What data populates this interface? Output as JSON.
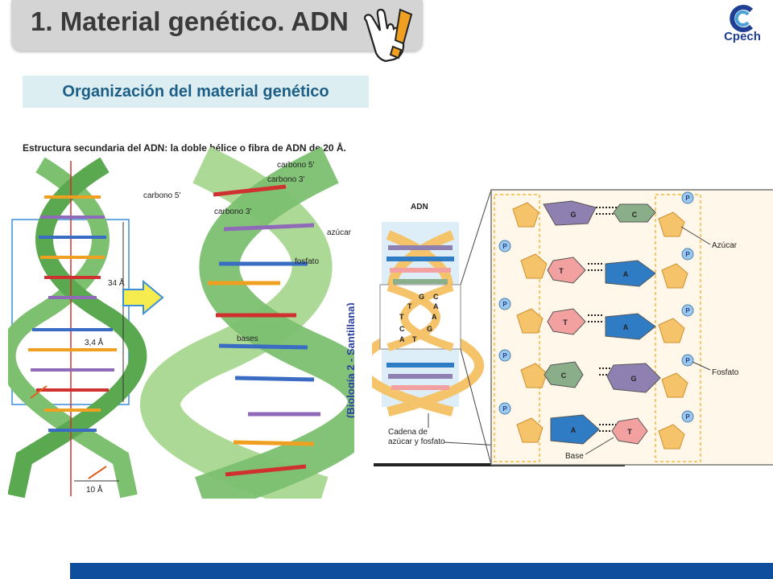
{
  "header": {
    "title": "1. Material genético. ADN",
    "logo_text": "Cpech"
  },
  "subtitle": "Organización del material genético",
  "left_figure": {
    "caption": "Estructura secundaria del ADN: la doble hélice o fibra de ADN de 20 Å.",
    "labels": {
      "carbono5_top": "carbono 5'",
      "carbono3_top": "carbono 3'",
      "carbono5_left": "carbono 5'",
      "carbono3_left": "carbono 3'",
      "azucar": "azúcar",
      "fosfato": "fosfato",
      "bases": "bases",
      "pitch": "34 Å",
      "rise": "3,4 Å",
      "width": "10 Å"
    },
    "source": "(Biología 2 - Santillana)"
  },
  "right_figure": {
    "title": "ADN",
    "small_bases": [
      "G",
      "C",
      "T",
      "A",
      "T",
      "A",
      "C",
      "G",
      "A",
      "T"
    ],
    "pairs": [
      {
        "left": "G",
        "right": "C"
      },
      {
        "left": "T",
        "right": "A"
      },
      {
        "left": "T",
        "right": "A"
      },
      {
        "left": "C",
        "right": "G"
      },
      {
        "left": "A",
        "right": "T"
      }
    ],
    "phosphate_label": "P",
    "labels": {
      "azucar": "Azúcar",
      "fosfato": "Fosfato",
      "base": "Base",
      "cadena1": "Cadena de",
      "cadena2": "azúcar y fosfato"
    }
  },
  "colors": {
    "footer": "#0f4e9c",
    "subtitle_bg": "#ddeef3",
    "subtitle_text": "#1c5e86",
    "base_G": "#8e80b0",
    "base_C": "#8aae8a",
    "base_T": "#f2a0a0",
    "base_A": "#2f7cc4",
    "sugar": "#f5c36a"
  }
}
